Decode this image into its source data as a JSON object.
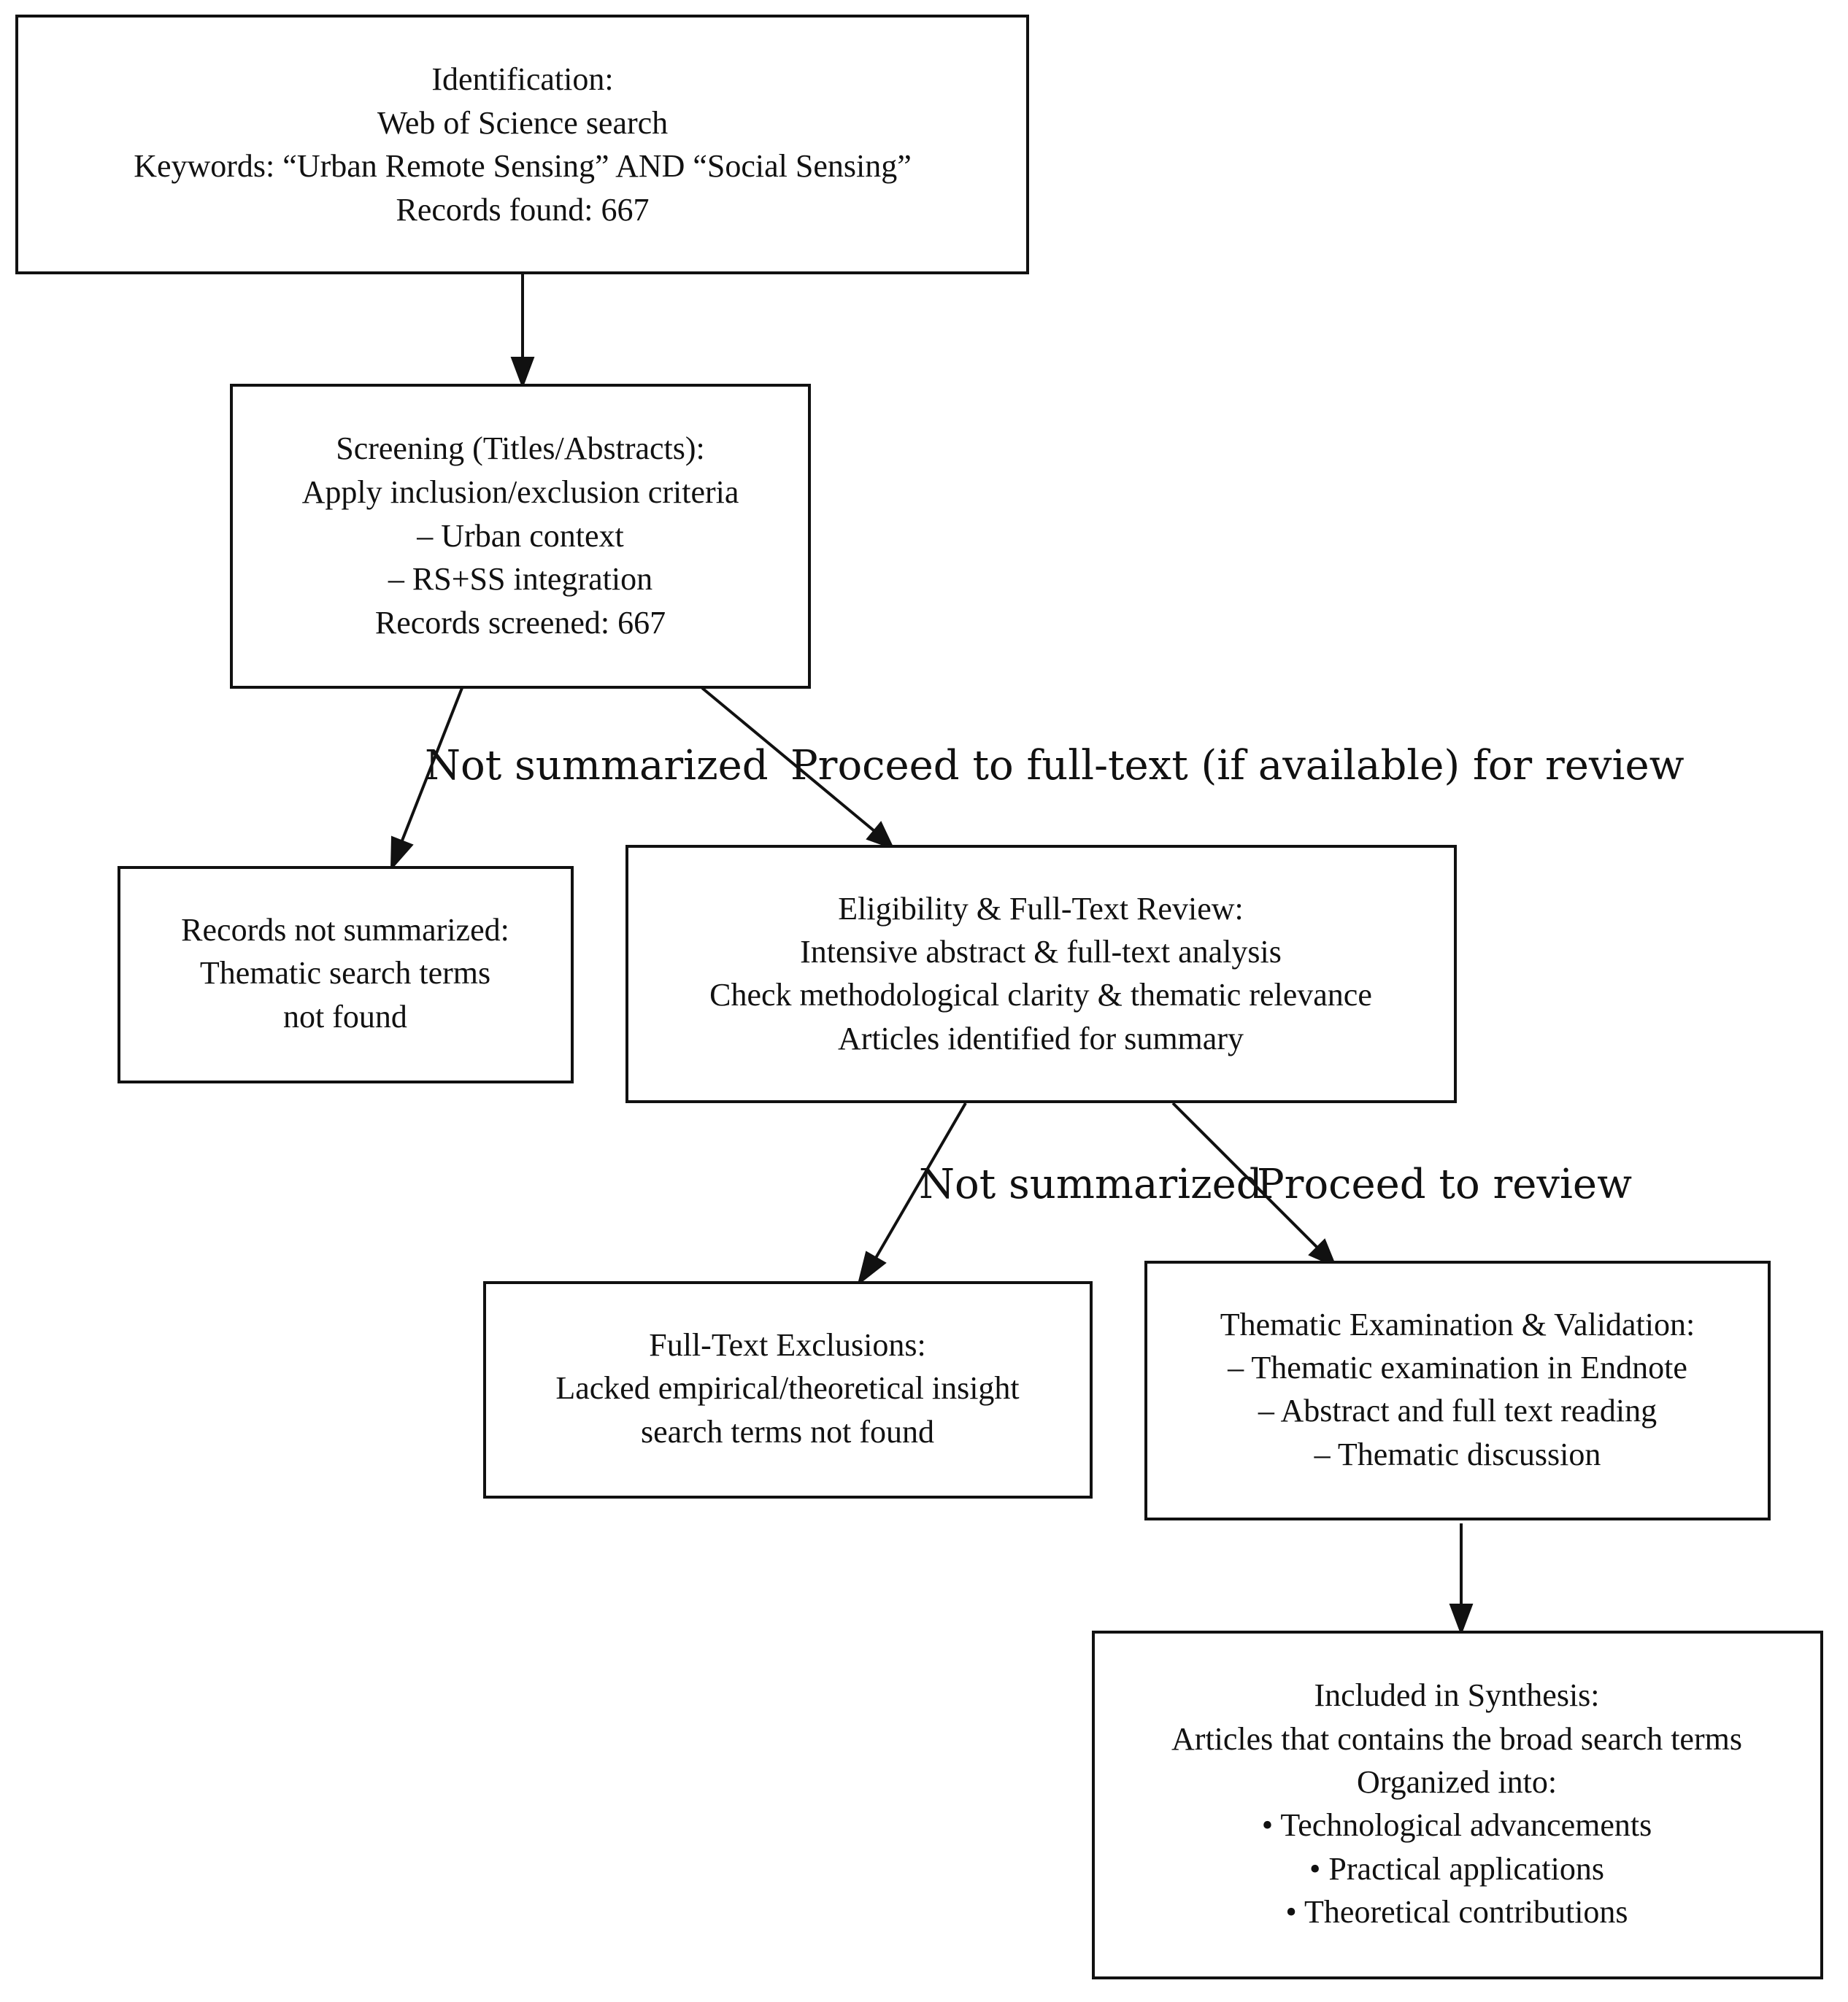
{
  "nodes": {
    "identification": {
      "lines": [
        "Identification:",
        "Web of Science search",
        "Keywords: “Urban Remote Sensing” AND “Social Sensing”",
        "Records found: 667"
      ]
    },
    "screening": {
      "lines": [
        "Screening (Titles/Abstracts):",
        "Apply inclusion/exclusion criteria",
        "– Urban context",
        "– RS+SS integration",
        "Records screened: 667"
      ]
    },
    "records_not_summarized": {
      "lines": [
        "Records not summarized:",
        "Thematic search terms",
        "not found"
      ]
    },
    "eligibility": {
      "lines": [
        "Eligibility & Full-Text Review:",
        "Intensive abstract & full-text analysis",
        "Check methodological clarity & thematic relevance",
        "Articles identified for summary"
      ]
    },
    "fulltext_exclusions": {
      "lines": [
        "Full-Text Exclusions:",
        "Lacked empirical/theoretical insight",
        "search terms not found"
      ]
    },
    "thematic": {
      "lines": [
        "Thematic Examination & Validation:",
        "– Thematic examination in Endnote",
        "– Abstract and full text reading",
        "– Thematic discussion"
      ]
    },
    "synthesis": {
      "lines": [
        "Included in Synthesis:",
        "Articles that contains the broad search terms",
        "Organized into:",
        "• Technological advancements",
        "• Practical applications",
        "• Theoretical contributions"
      ]
    }
  },
  "edges": {
    "screening_to_not_summarized": "Not summarized",
    "screening_to_eligibility": "Proceed to full‑text (if available) for review",
    "eligibility_to_exclusions": "Not summarized",
    "eligibility_to_thematic": "Proceed to review"
  }
}
